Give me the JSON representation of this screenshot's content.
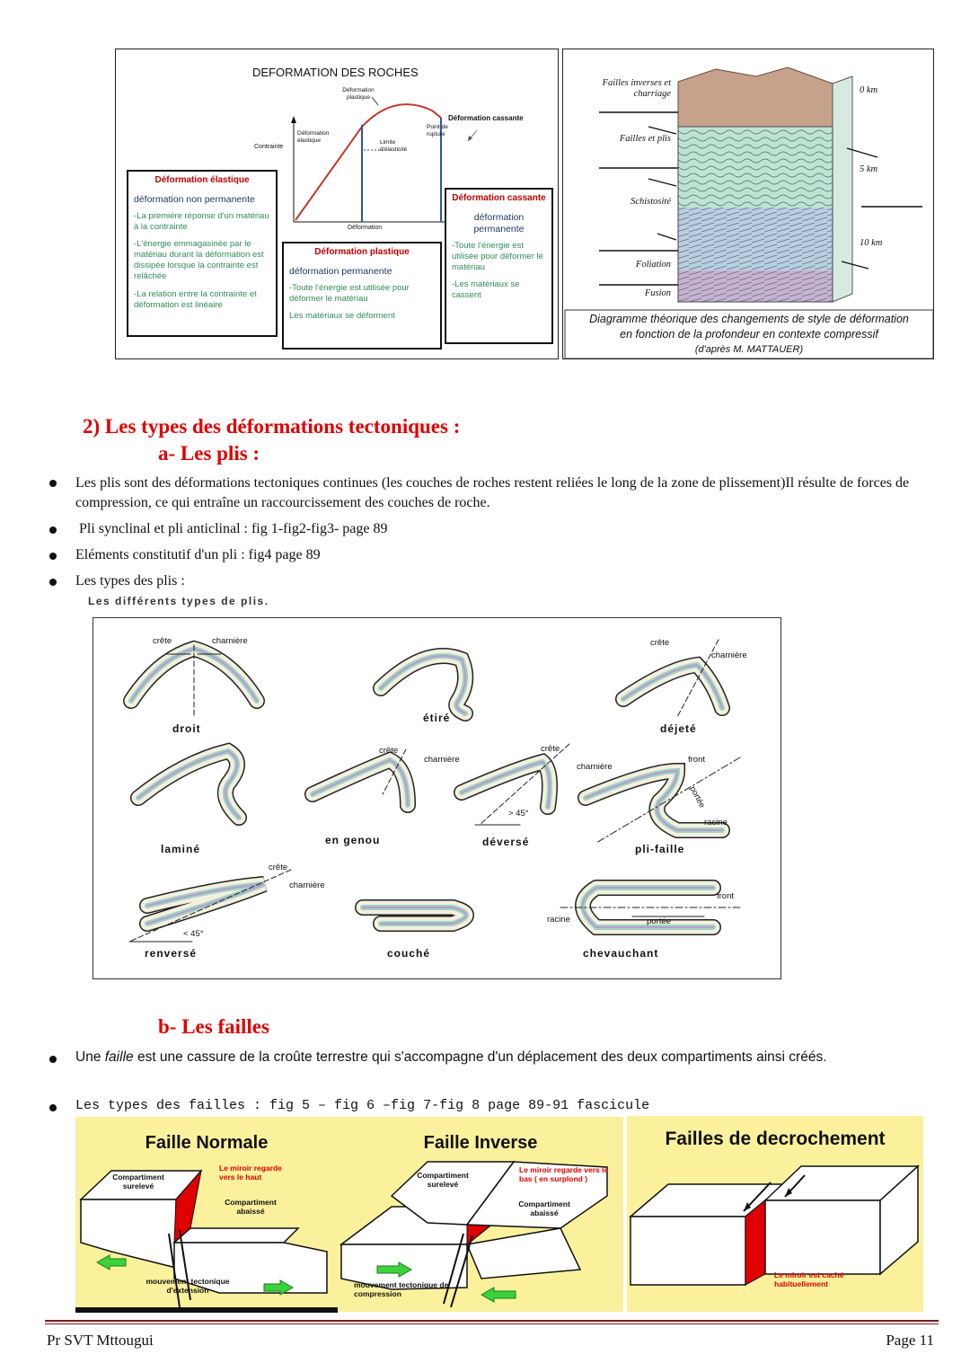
{
  "fig1": {
    "title": "DEFORMATION DES ROCHES",
    "curve_labels": {
      "plastique": "Déformation plastique",
      "elastique": "Déformation élastique",
      "cassante": "Déformation cassante",
      "limite": "Limite d'élasticité",
      "rupture": "Point de rupture",
      "contrainte": "Contrainte",
      "deformation": "Déformation"
    },
    "box_elastique": {
      "title": "Déformation élastique",
      "sub": "déformation non permanente",
      "p1": "-La première réponse d'un matériau à la contrainte",
      "p2": "-L'énergie emmagasinée par le matériau durant la déformation est dissipée lorsque la contrainte est relâchée",
      "p3": "-La relation entre la contrainte et déformation est linéaire"
    },
    "box_plastique": {
      "title": "Déformation plastique",
      "sub": "déformation permanente",
      "p1": "-Toute l'énergie est utilisée pour déformer le matériau",
      "p2": "Les matériaux se déforment"
    },
    "box_cassante": {
      "title": "Déformation cassante",
      "sub": "déformation permanente",
      "p1": "-Toute l'énergie est utilisée pour déformer le matériau",
      "p2": "-Les matériaux se cassent"
    }
  },
  "fig2": {
    "labels": [
      "Failles inverses et charriage",
      "Failles et plis",
      "Schistosité",
      "Foliation",
      "Fusion"
    ],
    "depths": [
      "0 km",
      "5 km",
      "10 km"
    ],
    "caption1": "Diagramme théorique des changements de style de déformation",
    "caption2": "en fonction de la profondeur en contexte compressif",
    "caption3": "(d'après M. MATTAUER)"
  },
  "section2": {
    "heading": "2)  Les types des déformations tectoniques :",
    "sub_a": "a-  Les plis :",
    "bullets": [
      "Les plis sont des déformations tectoniques continues (les couches de roches restent reliées le long de la zone de plissement)Il résulte de forces de compression, ce qui entraîne un raccourcissement des couches de roche.",
      " Pli synclinal et pli anticlinal : fig 1-fig2-fig3- page 89",
      "Eléments constitutif d'un pli : fig4 page 89",
      "Les types des plis :"
    ],
    "folds_caption": "Les différents types de plis."
  },
  "folds": {
    "names": [
      "droit",
      "étiré",
      "déjeté",
      "laminé",
      "en genou",
      "déversé",
      "pli-faille",
      "renversé",
      "couché",
      "chevauchant"
    ],
    "terms": {
      "crete": "crête",
      "charniere": "charnière",
      "front": "front",
      "racine": "racine",
      "portee": "portée",
      "gt45": "> 45°",
      "lt45": "< 45°"
    }
  },
  "section_b": {
    "heading": "b-  Les failles",
    "bullet1_pre": "Une ",
    "bullet1_em": "faille",
    "bullet1_post": " est une cassure de la croûte terrestre qui s'accompagne d'un déplacement des deux compartiments ainsi créés.",
    "bullet2": "Les types des failles : fig 5 – fig 6 –fig 7-fig 8 page 89-91 fascicule"
  },
  "faults": {
    "normale": {
      "title": "Faille Normale",
      "surelev": "Compartiment surelevé",
      "abaisse": "Compartiment abaissé",
      "miroir": "Le miroir regarde vers le haut",
      "mvt": "mouvement tectonique d'extension"
    },
    "inverse": {
      "title": "Faille Inverse",
      "surelev": "Compartiment surelevé",
      "abaisse": "Compartiment abaissé",
      "miroir": "Le miroir regarde vers le bas ( en surplond )",
      "mvt": "mouvement tectonique de compression"
    },
    "decro": {
      "title": "Failles de decrochement",
      "miroir": "Le miroir est caché habituellement"
    }
  },
  "footer": {
    "left": "Pr SVT Mttougui",
    "right": "Page 11"
  }
}
